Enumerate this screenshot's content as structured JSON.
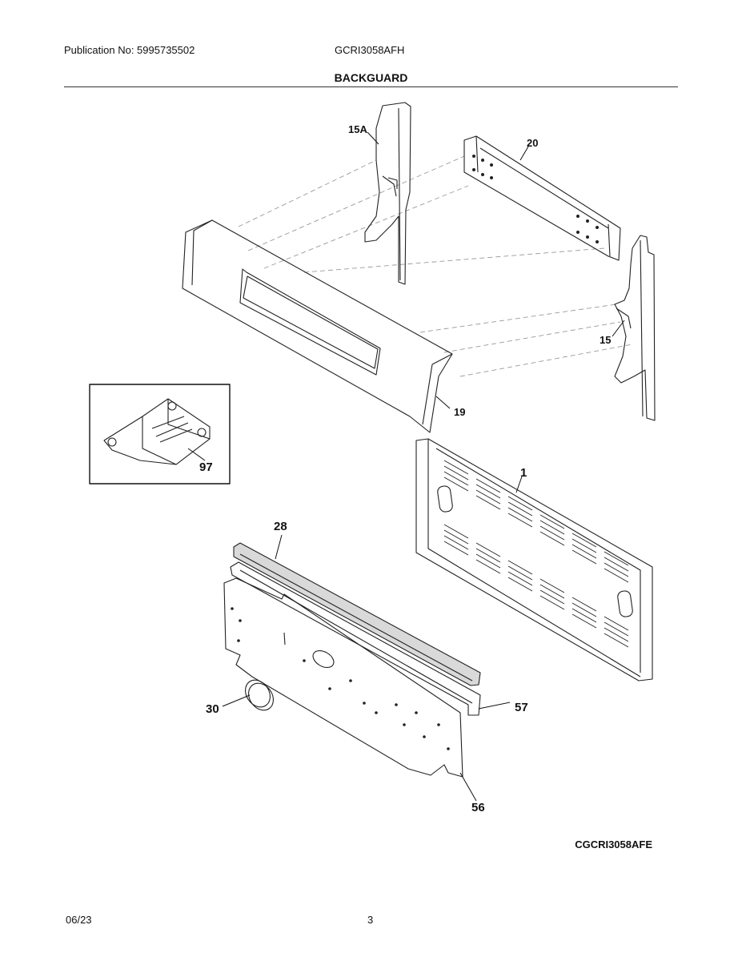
{
  "header": {
    "publication": "Publication No: 5995735502",
    "model": "GCRI3058AFH"
  },
  "title": "BACKGUARD",
  "figure_code": "CGCRI3058AFE",
  "footer": {
    "date": "06/23",
    "page": "3"
  },
  "callouts": {
    "c15a": "15A",
    "c20": "20",
    "c15": "15",
    "c19": "19",
    "c97": "97",
    "c1": "1",
    "c28": "28",
    "c30": "30",
    "c57": "57",
    "c56": "56"
  }
}
